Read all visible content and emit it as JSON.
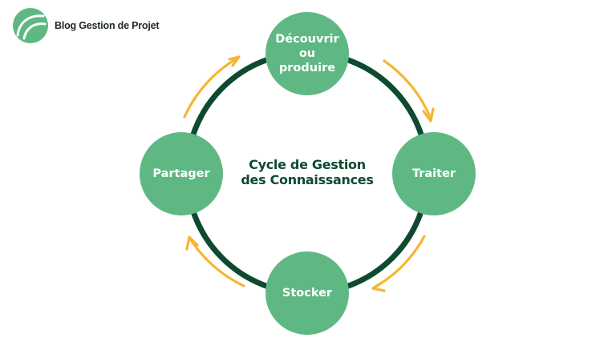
{
  "brand": {
    "name": "Blog Gestion de Projet",
    "logo_icon": "leaf-logo-icon"
  },
  "diagram": {
    "center_title": "Cycle de Gestion\ndes Connaissances",
    "stages": [
      {
        "id": "decouvrir",
        "label": "Découvrir\nou\nproduire"
      },
      {
        "id": "traiter",
        "label": "Traiter"
      },
      {
        "id": "stocker",
        "label": "Stocker"
      },
      {
        "id": "partager",
        "label": "Partager"
      }
    ],
    "colors": {
      "ring": "#0e4a30",
      "node": "#5fb883",
      "arrow": "#f6b533",
      "title": "#0e4a30",
      "logo": "#5fb883"
    },
    "direction": "clockwise",
    "arrow_icon": "curved-arrow-icon"
  }
}
